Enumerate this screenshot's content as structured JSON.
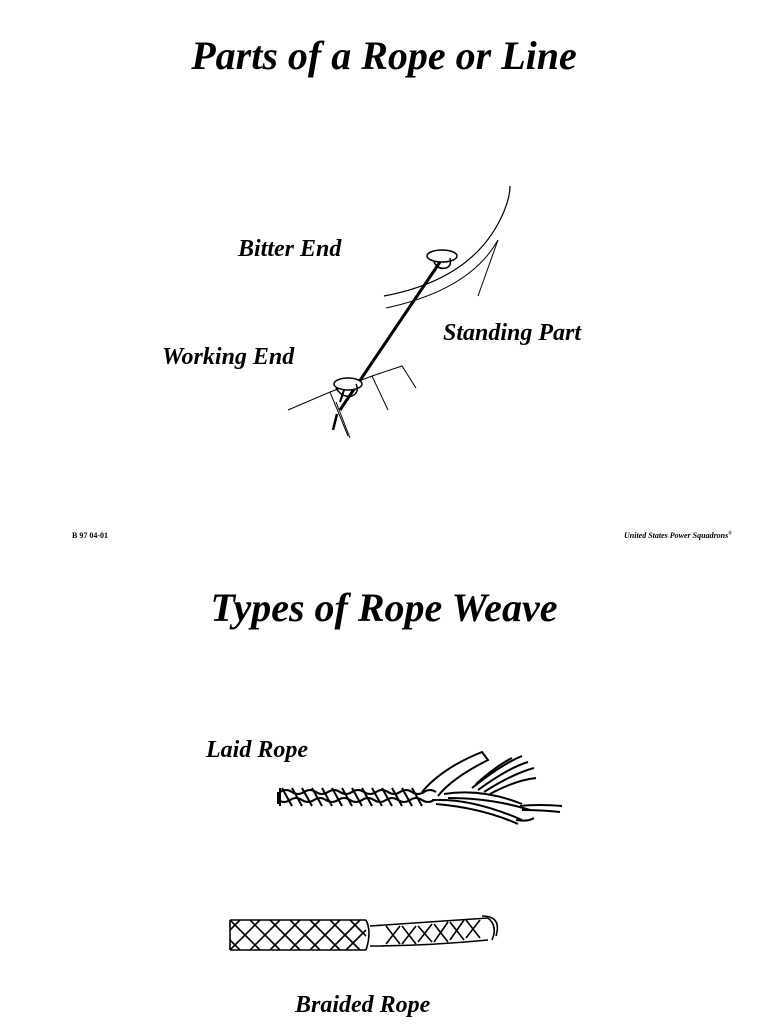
{
  "slide1": {
    "title": "Parts of a Rope or Line",
    "labels": {
      "bitter_end": "Bitter End",
      "standing_part": "Standing Part",
      "working_end": "Working End"
    },
    "footer_left": "B 97 04-01",
    "footer_right": "United States Power Squadrons",
    "footer_mark": "®"
  },
  "slide2": {
    "title": "Types of Rope Weave",
    "labels": {
      "laid_rope": "Laid Rope",
      "braided_rope": "Braided Rope"
    }
  }
}
